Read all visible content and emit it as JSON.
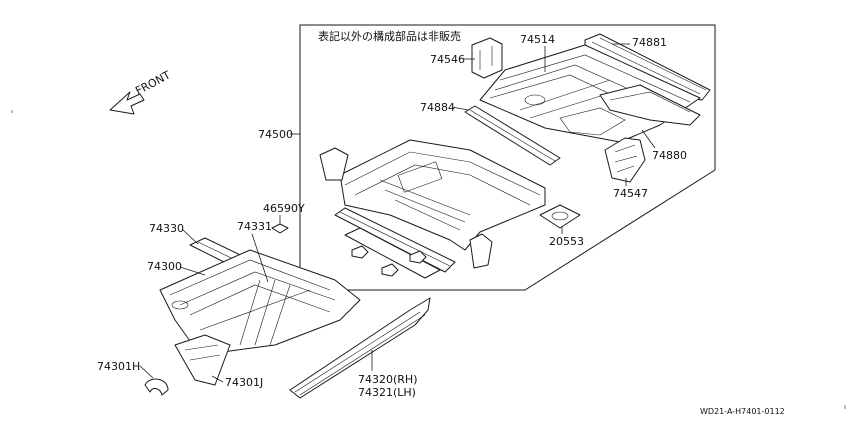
{
  "diagram": {
    "note": "表記以外の構成部品は非販売",
    "direction_label": "FRONT",
    "drawing_code": "WD21-A-H7401-0112",
    "parts": {
      "p74514": "74514",
      "p74881": "74881",
      "p74546": "74546",
      "p74884": "74884",
      "p74500": "74500",
      "p74880": "74880",
      "p74547": "74547",
      "p46590Y": "46590Y",
      "p20553": "20553",
      "p74330": "74330",
      "p74331": "74331",
      "p74300": "74300",
      "p74301H": "74301H",
      "p74301J": "74301J",
      "p74320": "74320(RH)",
      "p74321": "74321(LH)"
    }
  }
}
